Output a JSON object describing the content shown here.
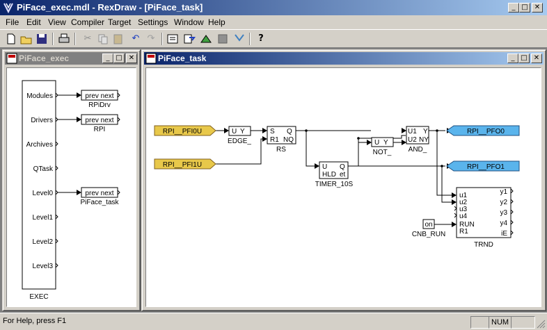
{
  "window": {
    "title": "PiFace_exec.mdl - RexDraw - [PiFace_task]",
    "min": "_",
    "max": "□",
    "close": "✕"
  },
  "menu": [
    "File",
    "Edit",
    "View",
    "Compiler",
    "Target",
    "Settings",
    "Window",
    "Help"
  ],
  "toolbar": {
    "icons": [
      "new-icon",
      "open-icon",
      "save-icon",
      "print-icon",
      "cut-icon",
      "copy-icon",
      "paste-icon",
      "undo-icon",
      "redo-icon",
      "compile-icon",
      "download-icon",
      "watch-icon",
      "stop-icon",
      "diagnostics-icon",
      "help-icon"
    ]
  },
  "exec_window": {
    "title": "PiFace_exec",
    "block_name": "EXEC",
    "ports": [
      "Modules",
      "Drivers",
      "Archives",
      "QTask",
      "Level0",
      "Level1",
      "Level2",
      "Level3"
    ],
    "subblocks": [
      {
        "text": "prev  next",
        "label": "RPiDrv"
      },
      {
        "text": "prev  next",
        "label": "RPI"
      },
      {
        "text": "prev  next",
        "label": "PiFace_task"
      }
    ]
  },
  "task_window": {
    "title": "PiFace_task",
    "inputs": [
      "RPI__PFI0U",
      "RPI__PFI1U"
    ],
    "outputs": [
      "RPI__PFO0",
      "RPI__PFO1"
    ],
    "blocks": {
      "edge": {
        "label": "EDGE_",
        "pins": [
          "U",
          "Y"
        ]
      },
      "rs": {
        "label": "RS",
        "pins": [
          "S",
          "Q",
          "R1",
          "NQ"
        ]
      },
      "timer": {
        "label": "TIMER_10S",
        "pins": [
          "U",
          "Q",
          "HLD",
          "et"
        ]
      },
      "not": {
        "label": "NOT_",
        "pins": [
          "U",
          "Y"
        ]
      },
      "and": {
        "label": "AND_",
        "pins": [
          "U1",
          "Y",
          "U2",
          "NY"
        ]
      },
      "on": {
        "text": "on",
        "label": "CNB_RUN"
      },
      "trnd": {
        "label": "TRND",
        "inputs": [
          "u1",
          "u2",
          "u3",
          "u4",
          "RUN",
          "R1"
        ],
        "outputs": [
          "y1",
          "y2",
          "y3",
          "y4",
          "iE"
        ]
      }
    }
  },
  "status": {
    "help": "For Help, press F1",
    "num": "NUM"
  },
  "colors": {
    "input_fill": "#e8c84a",
    "output_fill": "#5ab4ec",
    "title_active": "#0a246a",
    "title_inactive": "#808080"
  }
}
